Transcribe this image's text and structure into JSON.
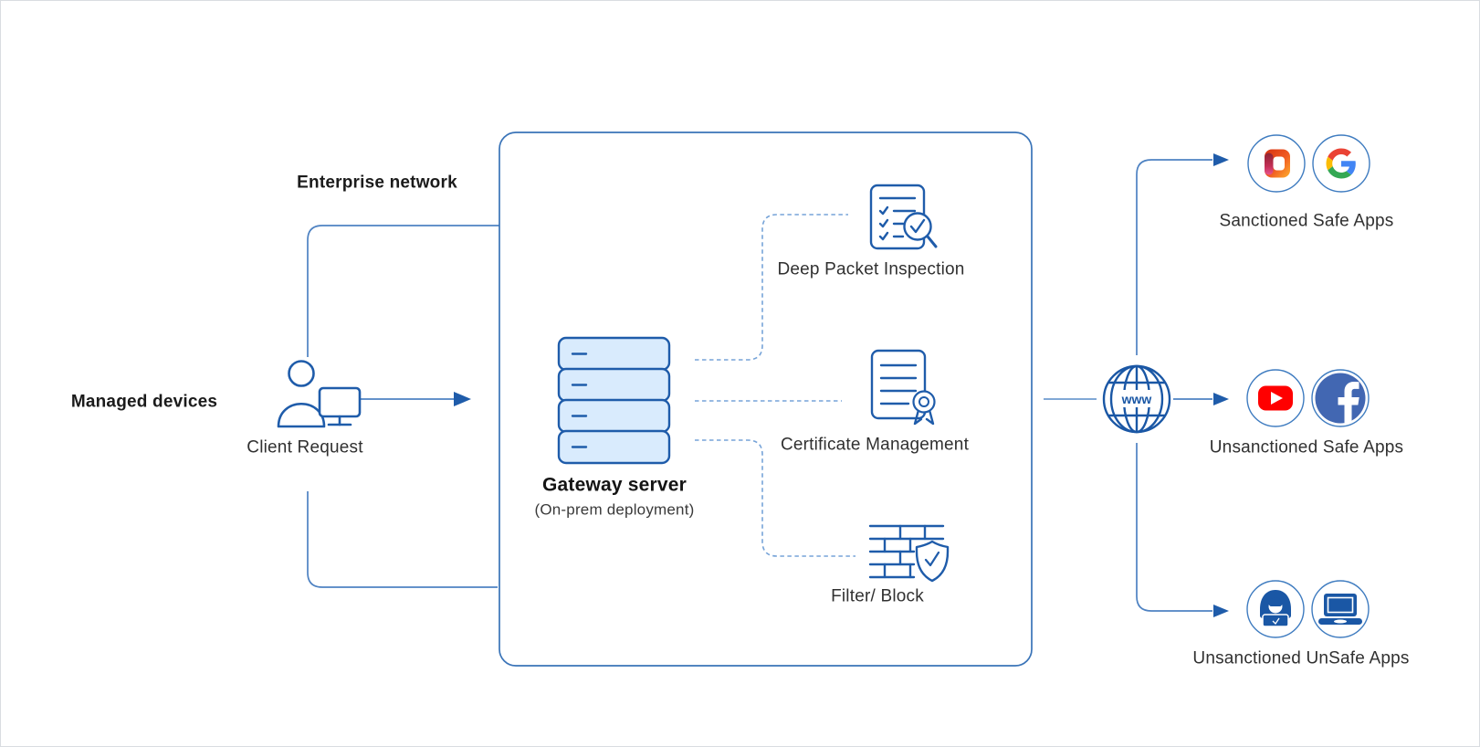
{
  "diagram": {
    "title_region_labels": {
      "managed_devices": "Managed devices",
      "enterprise_network": "Enterprise network"
    },
    "client": {
      "label": "Client Request",
      "icon": "person-with-monitor-icon"
    },
    "gateway": {
      "title": "Gateway server",
      "subtitle": "(On-prem deployment)",
      "icon": "server-stack-icon"
    },
    "functions": [
      {
        "label": "Deep Packet Inspection",
        "icon": "checklist-magnifier-icon"
      },
      {
        "label": "Certificate Management",
        "icon": "certificate-ribbon-icon"
      },
      {
        "label": "Filter/ Block",
        "icon": "firewall-shield-icon"
      }
    ],
    "internet": {
      "icon": "globe-www-icon",
      "globe_text": "www"
    },
    "destinations": [
      {
        "label": "Sanctioned Safe Apps",
        "apps": [
          "microsoft-office-logo",
          "google-logo"
        ]
      },
      {
        "label": "Unsanctioned Safe Apps",
        "apps": [
          "youtube-logo",
          "facebook-logo"
        ]
      },
      {
        "label": "Unsanctioned UnSafe Apps",
        "apps": [
          "hacker-icon",
          "laptop-icon"
        ]
      }
    ],
    "colors": {
      "connector_blue": "#4e82c2",
      "dashed_blue": "#76a3d8",
      "icon_stroke_blue": "#1f5caa",
      "solid_icon_blue": "#1a57a5",
      "server_fill": "#d9ebfd",
      "box_border": "#3a74b8",
      "youtube_red": "#FF0000",
      "facebook_blue": "#4267B2",
      "google_colors": [
        "#EA4335",
        "#4285F4",
        "#FBBC05",
        "#34A853"
      ],
      "office_gradient": [
        "#8e2433",
        "#d83b01",
        "#ffb02e"
      ],
      "text_dark": "#1b1b1b",
      "text_regular": "#303030"
    }
  }
}
